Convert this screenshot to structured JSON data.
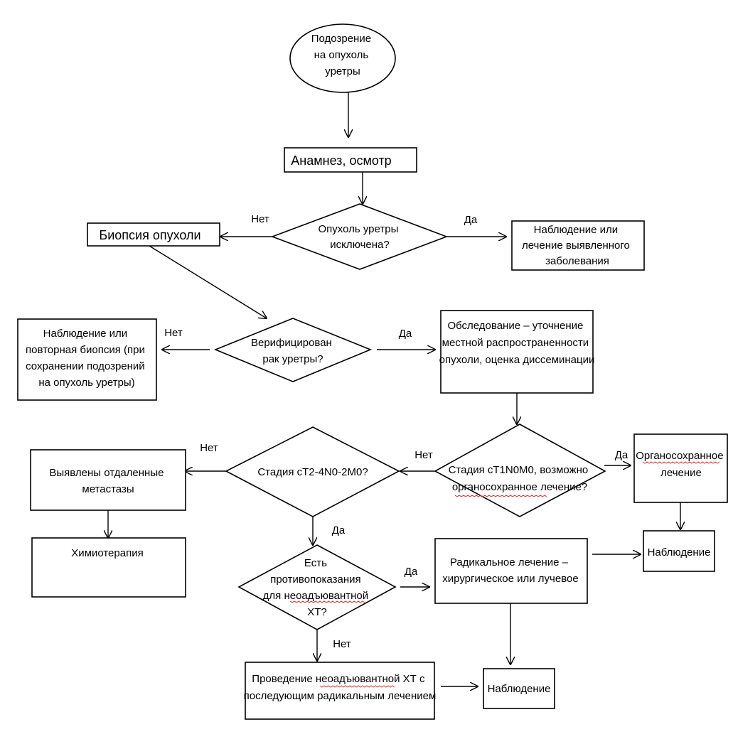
{
  "nodes": {
    "start": {
      "lines": [
        "Подозрение",
        "на опухоль",
        "уретры"
      ]
    },
    "anamnesis": {
      "lines": [
        "Анамнез, осмотр"
      ]
    },
    "tumor_excluded": {
      "lines": [
        "Опухоль уретры",
        "исключена?"
      ]
    },
    "observe_other": {
      "lines": [
        "Наблюдение или",
        "лечение выявленного",
        "заболевания"
      ]
    },
    "biopsy": {
      "lines": [
        "Биопсия опухоли"
      ]
    },
    "verified": {
      "lines": [
        "Верифицирован",
        "рак уретры?"
      ]
    },
    "rebiopsy": {
      "lines": [
        "Наблюдение или",
        "повторная биопсия (при",
        "сохранении подозрений",
        "на опухоль уретры)"
      ]
    },
    "staging_exam": {
      "lines": [
        "Обследование – уточнение",
        "местной распространенности",
        "опухоли, оценка диссеминации"
      ]
    },
    "stage_t1": {
      "lines": [
        "Стадия cT1N0M0, возможно",
        "органосохранное лечение?"
      ]
    },
    "organ_sparing": {
      "lines": [
        "Органосохранное",
        "лечение"
      ]
    },
    "stage_t2": {
      "lines": [
        "Стадия cT2-4N0-2M0?"
      ]
    },
    "metastases": {
      "lines": [
        "Выявлены отдаленные",
        "метастазы"
      ]
    },
    "chemo": {
      "lines": [
        "Химиотерапия"
      ]
    },
    "observation_1": {
      "lines": [
        "Наблюдение"
      ]
    },
    "contraindications": {
      "lines": [
        "Есть",
        "противопоказания",
        "для неоадъювантной",
        "ХТ?"
      ]
    },
    "radical": {
      "lines": [
        "Радикальное лечение –",
        "хирургическое или лучевое"
      ]
    },
    "neoadjuvant": {
      "lines": [
        "Проведение неоадъювантной ХТ с",
        "последующим радикальным лечением"
      ]
    },
    "observation_2": {
      "lines": [
        "Наблюдение"
      ]
    }
  },
  "edge_labels": {
    "no_biopsy": "Нет",
    "yes_observe_other": "Да",
    "no_rebiopsy": "Нет",
    "yes_staging": "Да",
    "no_stage_t2": "Нет",
    "yes_organ_sparing": "Да",
    "no_metastases": "Нет",
    "yes_contraindications": "Да",
    "yes_radical": "Да",
    "no_neoadjuvant": "Нет"
  }
}
